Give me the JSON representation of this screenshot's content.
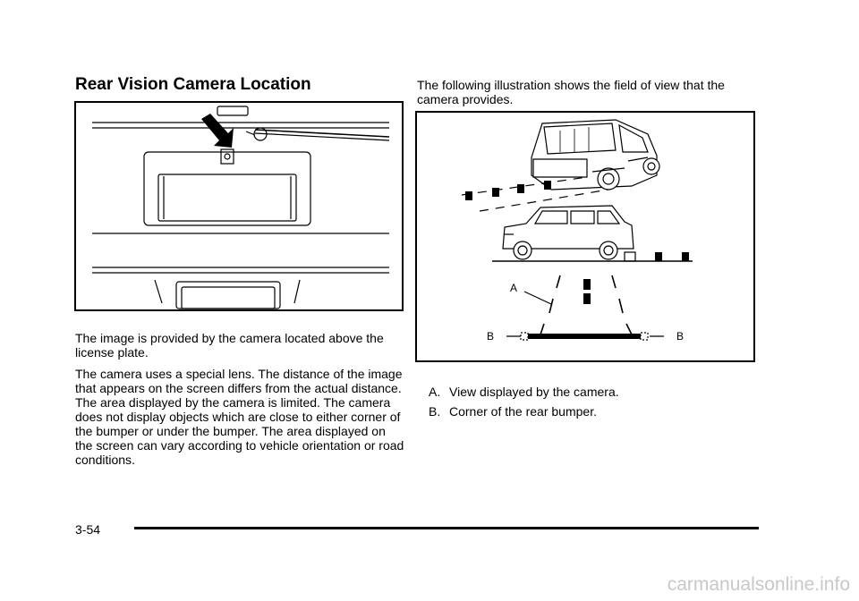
{
  "page": {
    "heading": "Rear Vision Camera Location",
    "paragraphs": [
      "The image is provided by the camera located above the license plate.",
      "The camera uses a special lens. The distance of the image that appears on the screen differs from the actual distance. The area displayed by the camera is limited. The camera does not display objects which are close to either corner of the bumper or under the bumper. The area displayed on the screen can vary according to vehicle orientation or road conditions."
    ],
    "intro": "The following illustration shows the field of view that the camera provides.",
    "legend": [
      {
        "letter": "A.",
        "text": "View displayed by the camera."
      },
      {
        "letter": "B.",
        "text": "Corner of the rear bumper."
      }
    ],
    "figure_labels": {
      "a": "A",
      "b_left": "B",
      "b_right": "B"
    },
    "page_number": "3-54",
    "watermark": "carmanualsonline.info"
  }
}
